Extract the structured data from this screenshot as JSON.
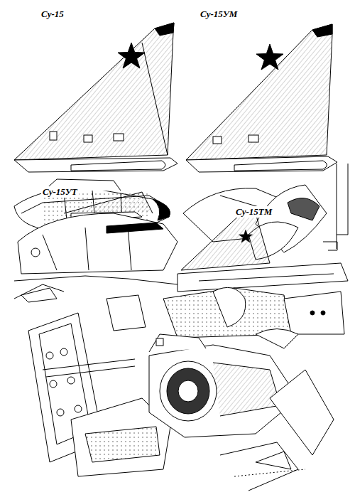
{
  "diagram": {
    "labels": [
      "Су-15",
      "Су-15УМ",
      "Су-15УТ",
      "Су-15ТМ"
    ]
  }
}
